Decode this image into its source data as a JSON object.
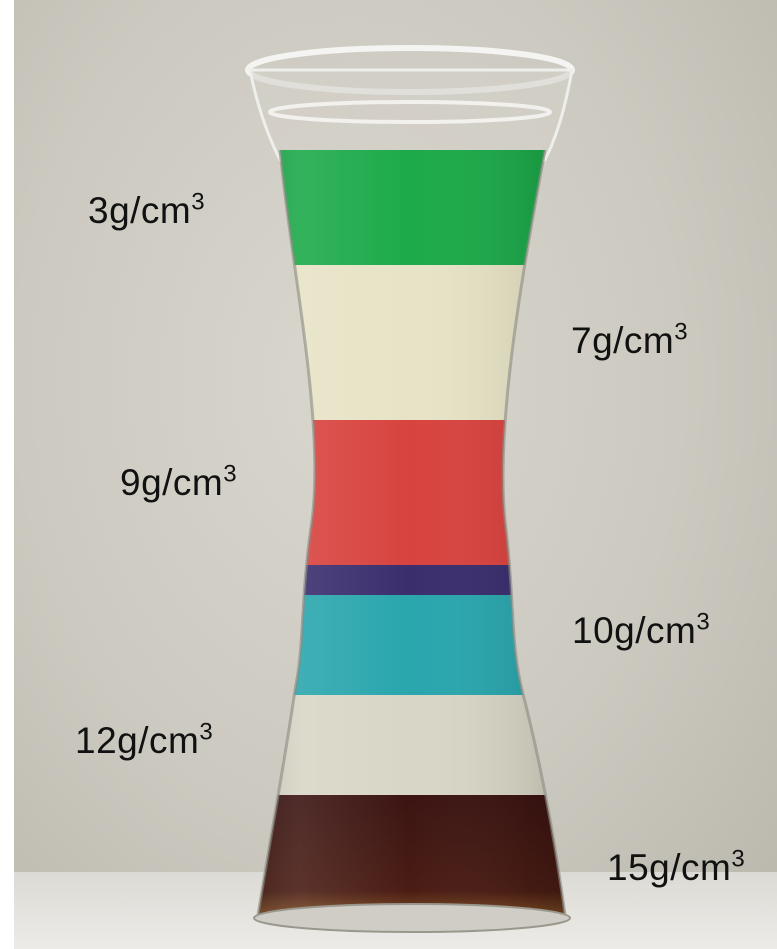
{
  "labels": [
    {
      "value": "3g/cm",
      "sup": "3"
    },
    {
      "value": "7g/cm",
      "sup": "3"
    },
    {
      "value": "9g/cm",
      "sup": "3"
    },
    {
      "value": "10g/cm",
      "sup": "3"
    },
    {
      "value": "12g/cm",
      "sup": "3"
    },
    {
      "value": "15g/cm",
      "sup": "3"
    }
  ],
  "colors": {
    "green_layer": "#1daa4a",
    "cream_layer": "#e7e3c6",
    "red_layer": "#d8433f",
    "purple_band": "#3a2e6e",
    "teal_layer": "#2aa6ad",
    "clear_layer": "#d8d6c6",
    "dark_brown_layer": "#3b1412"
  }
}
